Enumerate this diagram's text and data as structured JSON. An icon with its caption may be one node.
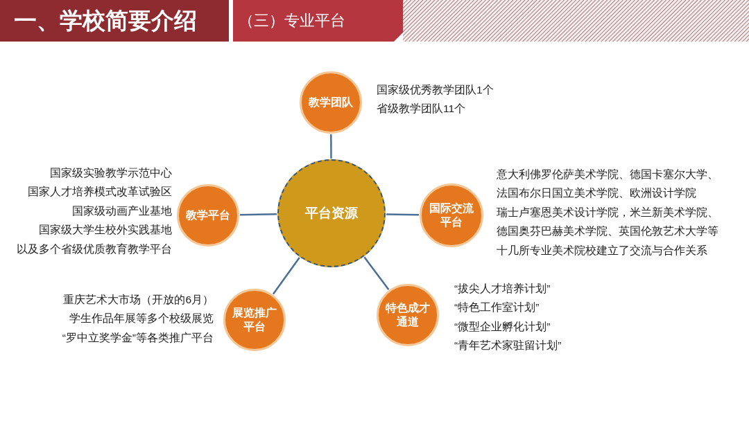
{
  "diagram": {
    "title": "一、学校简要介绍",
    "nodes": [
      {
        "text": [
          "教学团队"
        ],
        "beside": [
          "国家级优秀教学团队1个",
          "省级教学团队11个"
        ]
      },
      {
        "text": [
          "教学平台"
        ],
        "beside": [
          "国家级实验教学示范中心",
          "国家人才培养模式改革试验区",
          "国家级动画产业基地",
          "国家级大学生校外实践基地",
          "以及多个省级优质教育教学平台"
        ]
      },
      {
        "text": [
          "平台资源"
        ]
      },
      {
        "text": [
          "国际交流平台"
        ],
        "beside": [
          "意大利佛罗伦萨美术学院、德国卡塞尔大学、",
          "法国布尔日国立美术学院、欧洲设计学院",
          "瑞士卢塞恩美术设计学院，米兰新美术学院、",
          "德国奥芬巴赫美术学院、英国伦敦艺术大学等",
          "十几所专业美术院校建立了交流与合作关系"
        ]
      },
      {
        "text": [
          "展览推广平台"
        ],
        "beside": [
          "重庆艺术大市场（开放的6月）",
          "学生作品年展等多个校级展览",
          "“罗中立奖学金”等各类推广平台"
        ]
      },
      {
        "text": [
          "特色成才通道"
        ],
        "beside": [
          "“拔尖人才培养计划”",
          "“特色工作室计划”",
          "“微型企业孵化计划”",
          "“青年艺术家驻留计划”"
        ]
      }
    ],
    "edges": [
      {
        "from": 2,
        "to": 0,
        "arrow": "none"
      },
      {
        "from": 2,
        "to": 1,
        "arrow": "none"
      },
      {
        "from": 2,
        "to": 3,
        "arrow": "none"
      },
      {
        "from": 2,
        "to": 4,
        "arrow": "none"
      },
      {
        "from": 2,
        "to": 5,
        "arrow": "none"
      }
    ],
    "labels": [
      "（三）专业平台"
    ]
  }
}
